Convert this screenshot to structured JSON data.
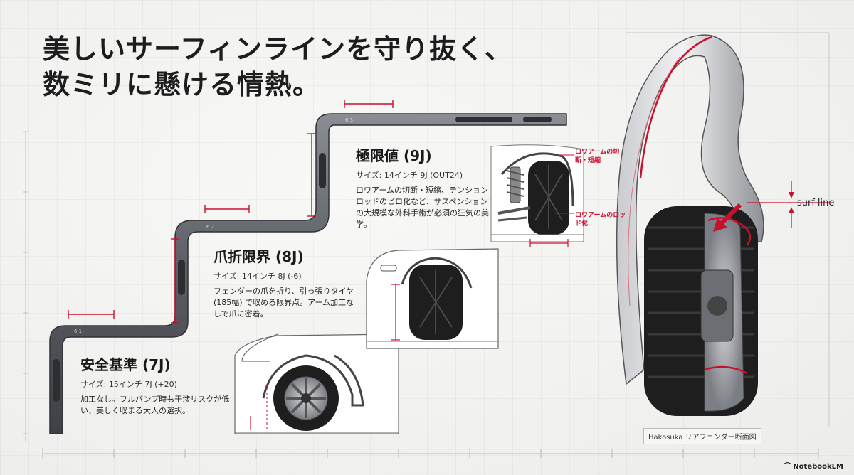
{
  "title_lines": [
    "美しいサーフィンラインを守り抜く、",
    "数ミリに懸ける情熱。"
  ],
  "tiers": [
    {
      "title": "安全基準 (7J)",
      "size": "サイズ: 15インチ 7J (+20)",
      "desc": "加工なし。フルバンプ時も干渉リスクが低い、美しく収まる大人の選択。"
    },
    {
      "title": "爪折限界 (8J)",
      "size": "サイズ: 14インチ 8J (-6)",
      "desc": "フェンダーの爪を折り、引っ張りタイヤ (185幅) で収める限界点。アーム加工なしで爪に密着。"
    },
    {
      "title": "極限値 (9J)",
      "size": "サイズ: 14インチ 9J (OUT24)",
      "desc": "ロワアームの切断・短縮、テンションロッドのピロ化など、サスペンションの大規模な外科手術が必須の狂気の美学。"
    }
  ],
  "step_labels": [
    "6.1",
    "6.2",
    "6.3"
  ],
  "callouts": {
    "lower_arm_cut": "ロワアームの切断・短縮",
    "lower_arm_rod": "ロワアームのロッド化"
  },
  "surf_line": "surf-line",
  "caption": "Hakosuka リアフェンダー断面図",
  "logo": "NotebookLM",
  "colors": {
    "accent": "#c8102e",
    "steel": "#5a5d63",
    "tire": "#1e1e1e"
  }
}
